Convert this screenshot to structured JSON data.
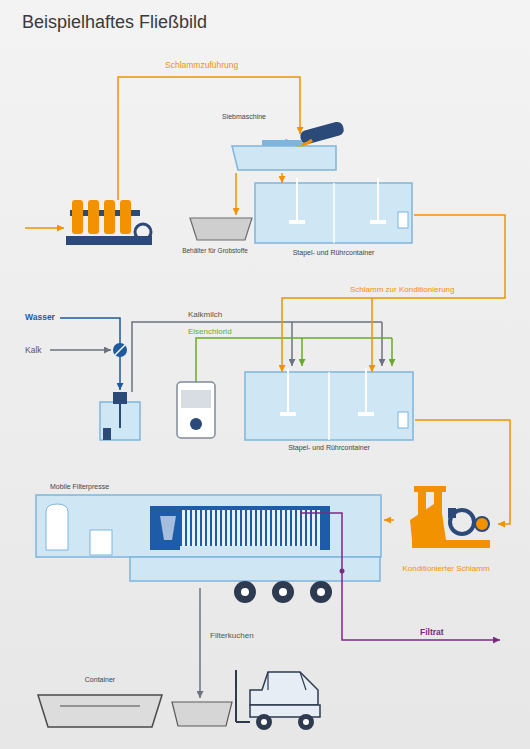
{
  "diagram": {
    "title": "Beispielhaftes Fließbild",
    "nodes": [
      {
        "text": [
          "Siebmaschine"
        ]
      },
      {
        "text": [
          "Behälter für Grobstoffe"
        ]
      },
      {
        "text": [
          "Stapel- und Rührcontainer"
        ]
      },
      {
        "text": [
          "Stapel- und Rührcontainer"
        ]
      },
      {
        "text": [
          "Konditionierter Schlamm"
        ]
      },
      {
        "text": [
          "Mobile Filterpresse"
        ]
      },
      {
        "text": [
          "Container"
        ]
      }
    ],
    "edges": [
      {
        "from": 0,
        "to": 1,
        "arrow": "to"
      },
      {
        "from": 0,
        "to": 2,
        "arrow": "to"
      },
      {
        "from": 2,
        "to": 3,
        "label": "Schlamm zur Konditionierung",
        "arrow": "to"
      },
      {
        "from": 3,
        "to": 4,
        "arrow": "to"
      },
      {
        "from": 4,
        "to": 5,
        "arrow": "to"
      }
    ],
    "labels": [
      "Schlammzuführung",
      "Wasser",
      "Kalk",
      "Kalkmilch",
      "Eisenchlorid",
      "Filtrat",
      "Filterkuchen"
    ]
  }
}
